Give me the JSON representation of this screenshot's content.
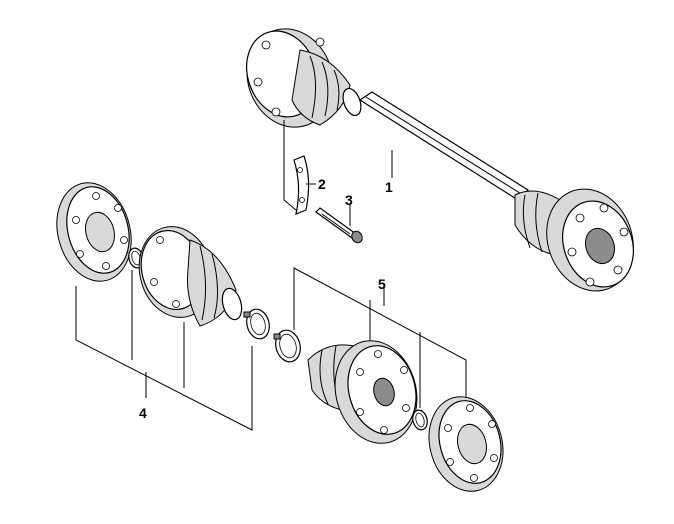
{
  "callouts": {
    "c1": "1",
    "c2": "2",
    "c3": "3",
    "c4": "4",
    "c5": "5"
  },
  "colors": {
    "line": "#000000",
    "shade": "#d9d9d9",
    "dark": "#8c8c8c",
    "background": "#ffffff"
  }
}
